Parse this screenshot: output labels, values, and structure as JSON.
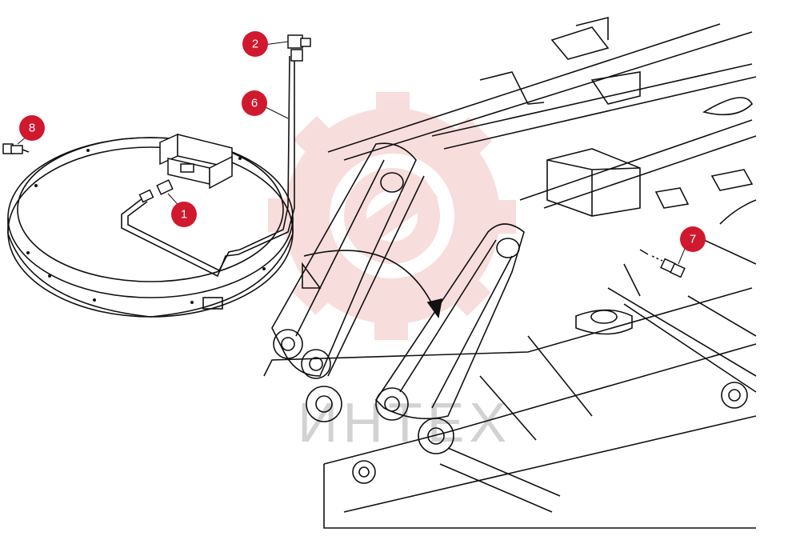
{
  "colors": {
    "callout": "#d0192f",
    "callout_text": "#ffffff",
    "line": "#111111",
    "watermark": "#f3c3c3",
    "watermark_text": "#c8c8c8"
  },
  "watermark": {
    "icon": "gear-wrench-logo",
    "text": "ИНТЕХ"
  },
  "callouts": [
    {
      "id": "1",
      "label": "1",
      "part": "fitting"
    },
    {
      "id": "2",
      "label": "2",
      "part": "tee-fitting"
    },
    {
      "id": "6",
      "label": "6",
      "part": "grease-tube"
    },
    {
      "id": "7",
      "label": "7",
      "part": "grease-nipple"
    },
    {
      "id": "8",
      "label": "8",
      "part": "grease-nipple"
    }
  ]
}
